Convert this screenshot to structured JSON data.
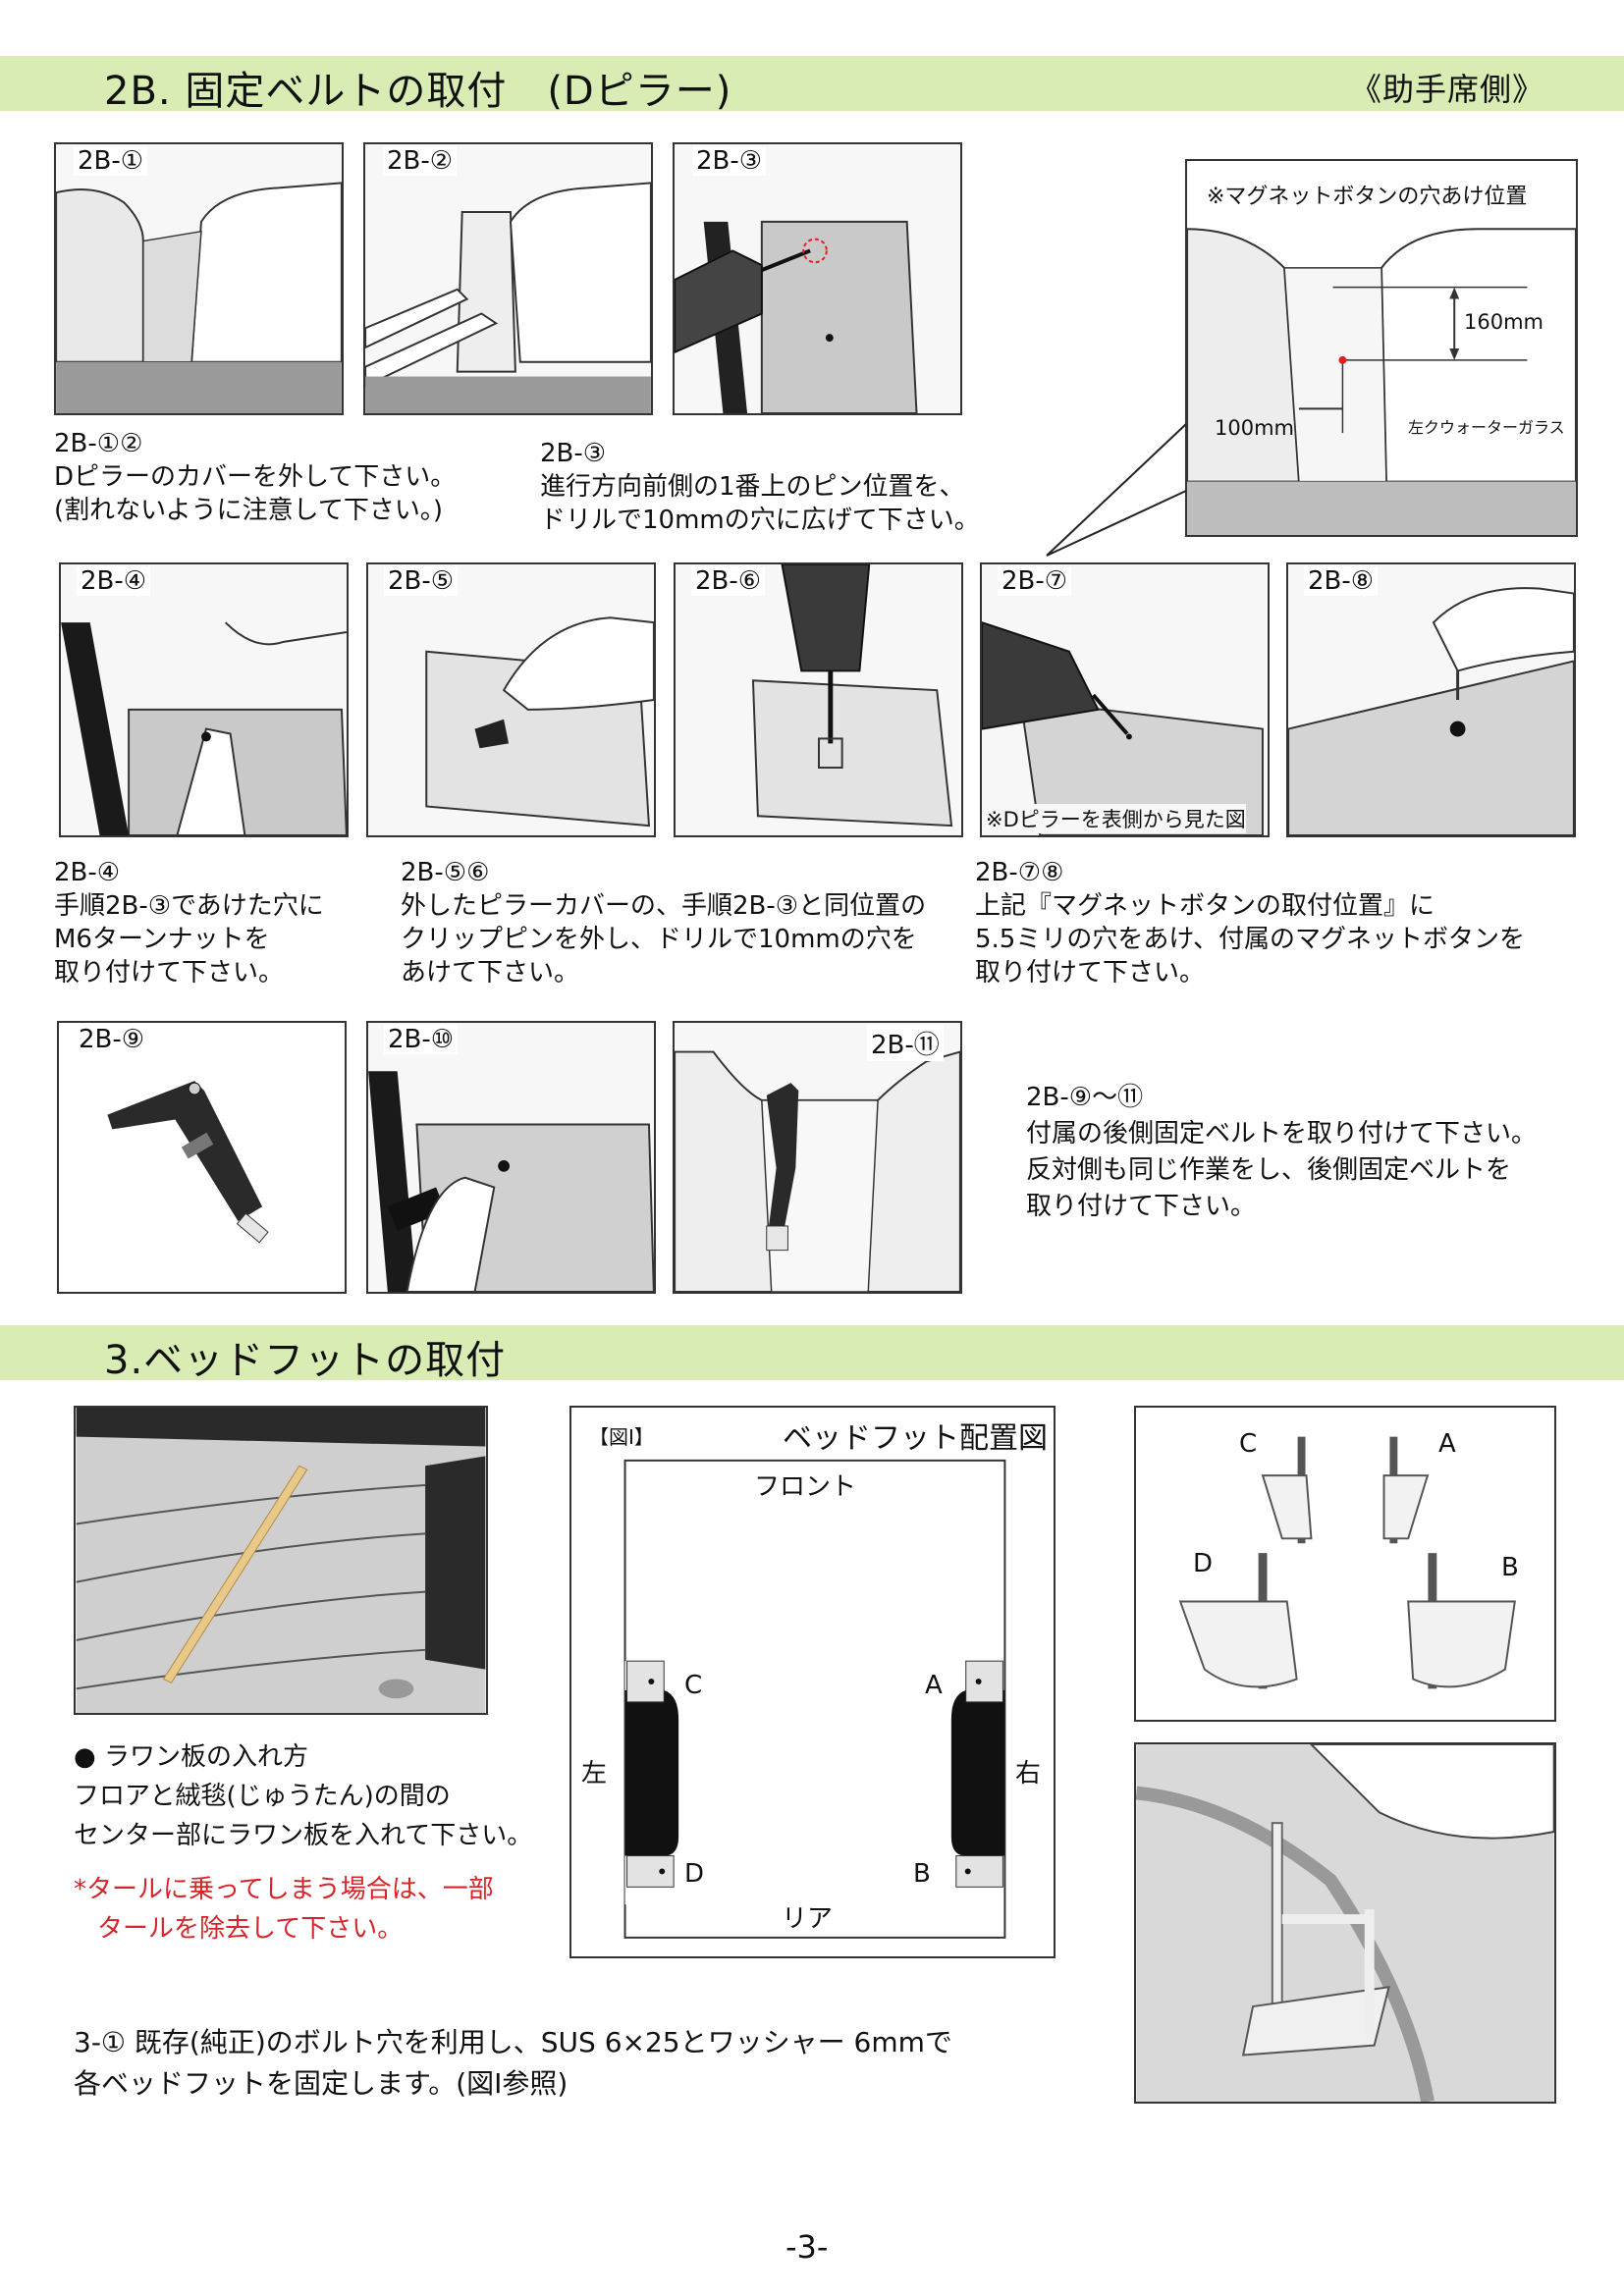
{
  "section_2b": {
    "title": "2B. 固定ベルトの取付　(Dピラー)",
    "side": "《助手席側》",
    "panels": {
      "p1": "2B-①",
      "p2": "2B-②",
      "p3": "2B-③",
      "p4": "2B-④",
      "p5": "2B-⑤",
      "p6": "2B-⑥",
      "p7": "2B-⑦",
      "p8": "2B-⑧",
      "p9": "2B-⑨",
      "p10": "2B-⑩",
      "p11": "2B-⑪"
    },
    "magnet_detail": {
      "title": "※マグネットボタンの穴あけ位置",
      "dim_vertical": "160mm",
      "dim_horizontal": "100mm",
      "glass_label": "左クウォーターガラス"
    },
    "p7_note": "※Dピラーを表側から見た図",
    "captions": {
      "c12": {
        "head": "2B-①②",
        "l1": "Dピラーのカバーを外して下さい。",
        "l2": "(割れないように注意して下さい。)"
      },
      "c3": {
        "head": "2B-③",
        "l1": "進行方向前側の1番上のピン位置を、",
        "l2": "ドリルで10mmの穴に広げて下さい。"
      },
      "c4": {
        "head": "2B-④",
        "l1": "手順2B-③であけた穴に",
        "l2": "M6ターンナットを",
        "l3": "取り付けて下さい。"
      },
      "c56": {
        "head": "2B-⑤⑥",
        "l1": "外したピラーカバーの、手順2B-③と同位置の",
        "l2": "クリップピンを外し、ドリルで10mmの穴を",
        "l3": "あけて下さい。"
      },
      "c78": {
        "head": "2B-⑦⑧",
        "l1": "上記『マグネットボタンの取付位置』に",
        "l2": "5.5ミリの穴をあけ、付属のマグネットボタンを",
        "l3": "取り付けて下さい。"
      },
      "c911": {
        "head": "2B-⑨～⑪",
        "l1": "付属の後側固定ベルトを取り付けて下さい。",
        "l2": "反対側も同じ作業をし、後側固定ベルトを",
        "l3": "取り付けて下さい。"
      }
    }
  },
  "section_3": {
    "title": "3.ベッドフットの取付",
    "lauan": {
      "bullet": "●",
      "title": "ラワン板の入れ方",
      "l1": "フロアと絨毯(じゅうたん)の間の",
      "l2": "センター部にラワン板を入れて下さい。",
      "warn1": "*タールに乗ってしまう場合は、一部",
      "warn2": "タールを除去して下さい。"
    },
    "layout_diagram": {
      "fig_label": "【図Ⅰ】",
      "title": "ベッドフット配置図",
      "front": "フロント",
      "rear": "リア",
      "left": "左",
      "right": "右",
      "positions": [
        "A",
        "B",
        "C",
        "D"
      ]
    },
    "parts_labels": {
      "a": "A",
      "b": "B",
      "c": "C",
      "d": "D"
    },
    "step": {
      "l1": "3-① 既存(純正)のボルト穴を利用し、SUS 6×25とワッシャー 6mmで",
      "l2": "各ベッドフットを固定します。(図Ⅰ参照)"
    }
  },
  "footer": {
    "page_number": "-3-"
  },
  "colors": {
    "band": "#d9ecb4",
    "warning_text": "#d4262a",
    "accent_dot": "#e02020"
  }
}
